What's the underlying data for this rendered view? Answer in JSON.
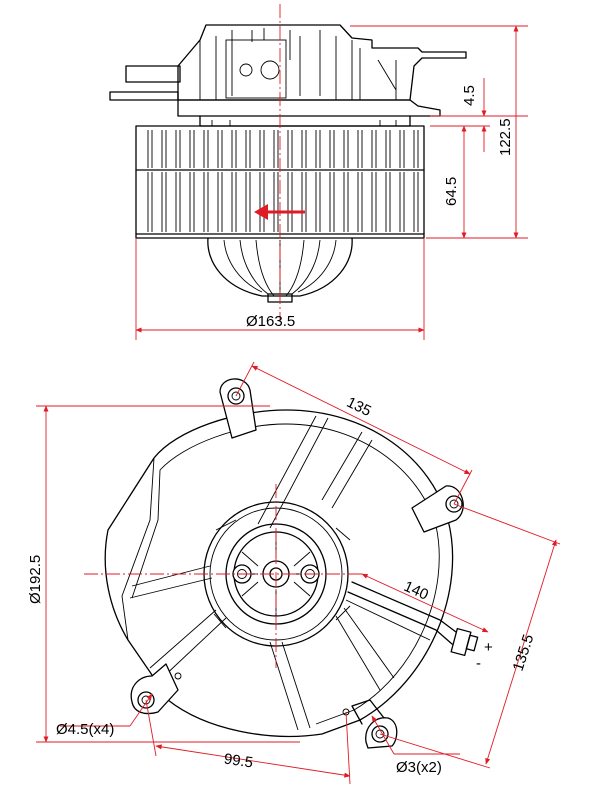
{
  "dimensions": {
    "flange_thickness": "4.5",
    "overall_height": "122.5",
    "wheel_height": "64.5",
    "wheel_diameter": "Ø163.5",
    "hole_spacing_top": "135",
    "outer_diameter": "Ø192.5",
    "center_to_connector": "140",
    "hole_spacing_right": "135.5",
    "hole_spacing_bottom": "99.5",
    "mount_holes": "Ø4.5(x4)",
    "pin_holes": "Ø3(x2)"
  },
  "connector": {
    "plus": "+",
    "minus": "-"
  },
  "colors": {
    "dimension": "#e01b24",
    "outline": "#000000"
  }
}
